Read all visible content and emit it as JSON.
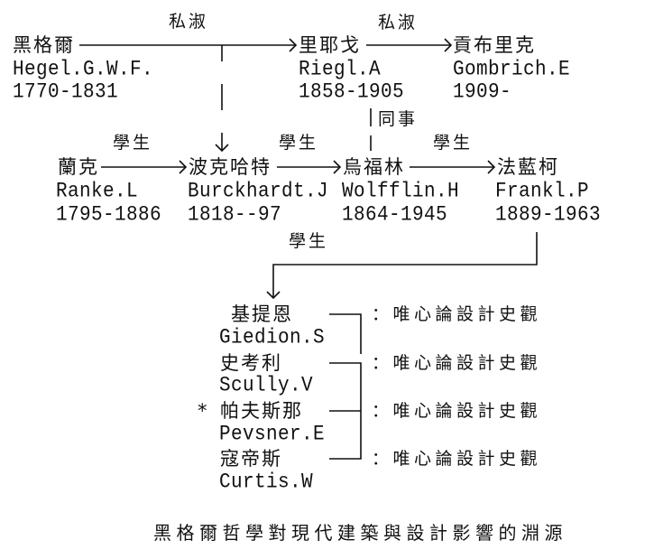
{
  "labels": {
    "sishu_1": "私淑",
    "sishu_2": "私淑",
    "colleague": "同事",
    "student_1": "學生",
    "student_2": "學生",
    "student_3": "學生",
    "student_4": "學生"
  },
  "row1": [
    {
      "zh": "黑格爾",
      "name": "Hegel.G.W.F.",
      "years": "1770-1831"
    },
    {
      "zh": "里耶戈",
      "name": "Riegl.A",
      "years": "1858-1905"
    },
    {
      "zh": "貢布里克",
      "name": "Gombrich.E",
      "years": "1909-"
    }
  ],
  "row2": [
    {
      "zh": "蘭克",
      "name": "Ranke.L",
      "years": "1795-1886"
    },
    {
      "zh": "波克哈特",
      "name": "Burckhardt.J",
      "years": "1818--97"
    },
    {
      "zh": "烏福林",
      "name": "Wolfflin.H",
      "years": "1864-1945"
    },
    {
      "zh": "法藍柯",
      "name": "Frankl.P",
      "years": "1889-1963"
    }
  ],
  "descendants": [
    {
      "zh": "基提恩",
      "name": "Giedion.S",
      "view": "：唯心論設計史觀"
    },
    {
      "zh": "史考利",
      "name": "Scully.V",
      "view": "：唯心論設計史觀"
    },
    {
      "zh": "帕夫斯那",
      "name": "Pevsner.E",
      "view": "：唯心論設計史觀",
      "marker": "*"
    },
    {
      "zh": "寇帝斯",
      "name": "Curtis.W",
      "view": "：唯心論設計史觀"
    }
  ],
  "caption": "黑格爾哲學對現代建築與設計影響的淵源"
}
